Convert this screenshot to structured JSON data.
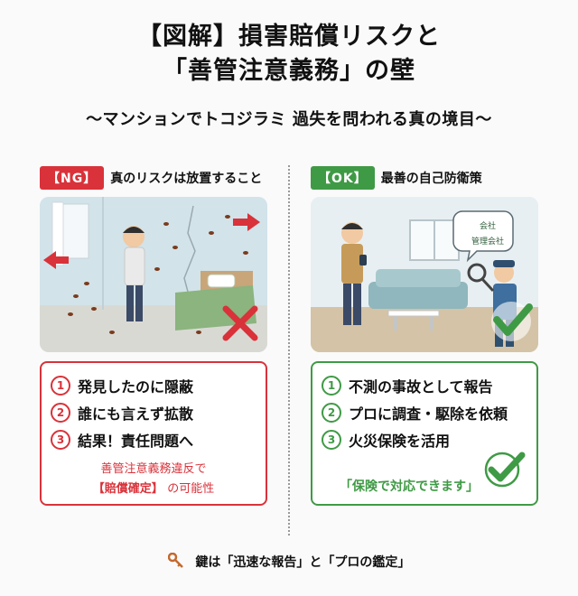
{
  "title": {
    "line1": "【図解】損害賠償リスクと",
    "line2": "「善管注意義務」の壁"
  },
  "subtitle": "〜マンションでトコジラミ 過失を問われる真の境目〜",
  "ng": {
    "tag": "【NG】",
    "heading": "真のリスクは放置すること",
    "items": [
      {
        "num": "1",
        "text": "発見したのに隠蔽"
      },
      {
        "num": "2",
        "text": "誰にも言えず拡散"
      },
      {
        "num": "3",
        "text": "結果！責任問題へ"
      }
    ],
    "note1": "善管注意義務違反で",
    "note2_highlight": "【賠償確定】",
    "note2_rest": "の可能性"
  },
  "ok": {
    "tag": "【OK】",
    "heading": "最善の自己防衛策",
    "items": [
      {
        "num": "1",
        "text": "不測の事故として報告"
      },
      {
        "num": "2",
        "text": "プロに調査・駆除を依頼"
      },
      {
        "num": "3",
        "text": "火災保険を活用"
      }
    ],
    "closing": "「保険で対応できます」",
    "bubble_top": "会社",
    "bubble_bottom": "管理会社"
  },
  "footer": "鍵は「迅速な報告」と「プロの鑑定」",
  "icons": {
    "key": "key-icon",
    "cross": "red-cross-icon",
    "check": "green-check-icon"
  },
  "colors": {
    "ng": "#d9323a",
    "ok": "#3f9a45"
  }
}
